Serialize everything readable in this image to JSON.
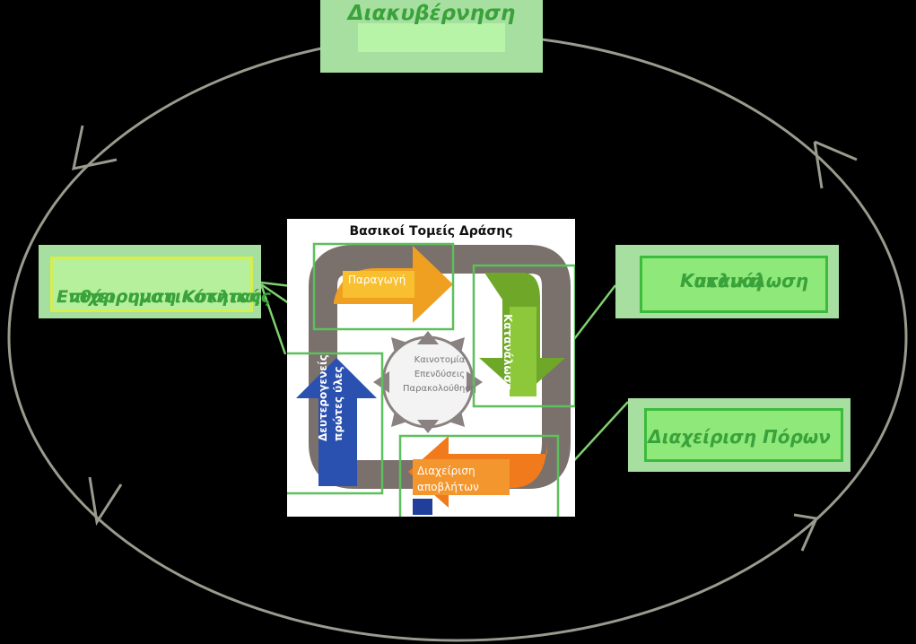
{
  "governance": {
    "label": "Διακυβέρνηση"
  },
  "entrepreneurship": {
    "label_line1": "Ενθάρρυνση Κυκλικής",
    "label_line2": "Επιχειρηματικότητας"
  },
  "circular_consumption": {
    "label_line1": "Κυκλική",
    "label_line2": "Κατανάλωση"
  },
  "resource_management": {
    "label": "Διαχείριση Πόρων"
  },
  "core": {
    "title": "Βασικοί Τομείς Δράσης",
    "production": "Παραγωγή",
    "consumption": "Κατανάλωση",
    "secondary_line1": "Δευτερογενείς",
    "secondary_line2": "πρώτες ύλες",
    "waste_line1": "Διαχείριση",
    "waste_line2": "αποβλήτων",
    "center_line1": "Καινοτομία",
    "center_line2": "Επενδύσεις",
    "center_line3": "Παρακολούθηση"
  },
  "colors": {
    "ellipse": "#9a9a8e",
    "box_outer": "#a6dfa0",
    "box_inner": "#8fe87a",
    "connector": "#7fd06f",
    "text_green": "#3aa23a",
    "production_arrow": "#f0a020",
    "consumption_arrow": "#6fa829",
    "secondary_arrow": "#2a50b0",
    "waste_arrow": "#f07a1c",
    "loop_band": "#7a706c"
  }
}
